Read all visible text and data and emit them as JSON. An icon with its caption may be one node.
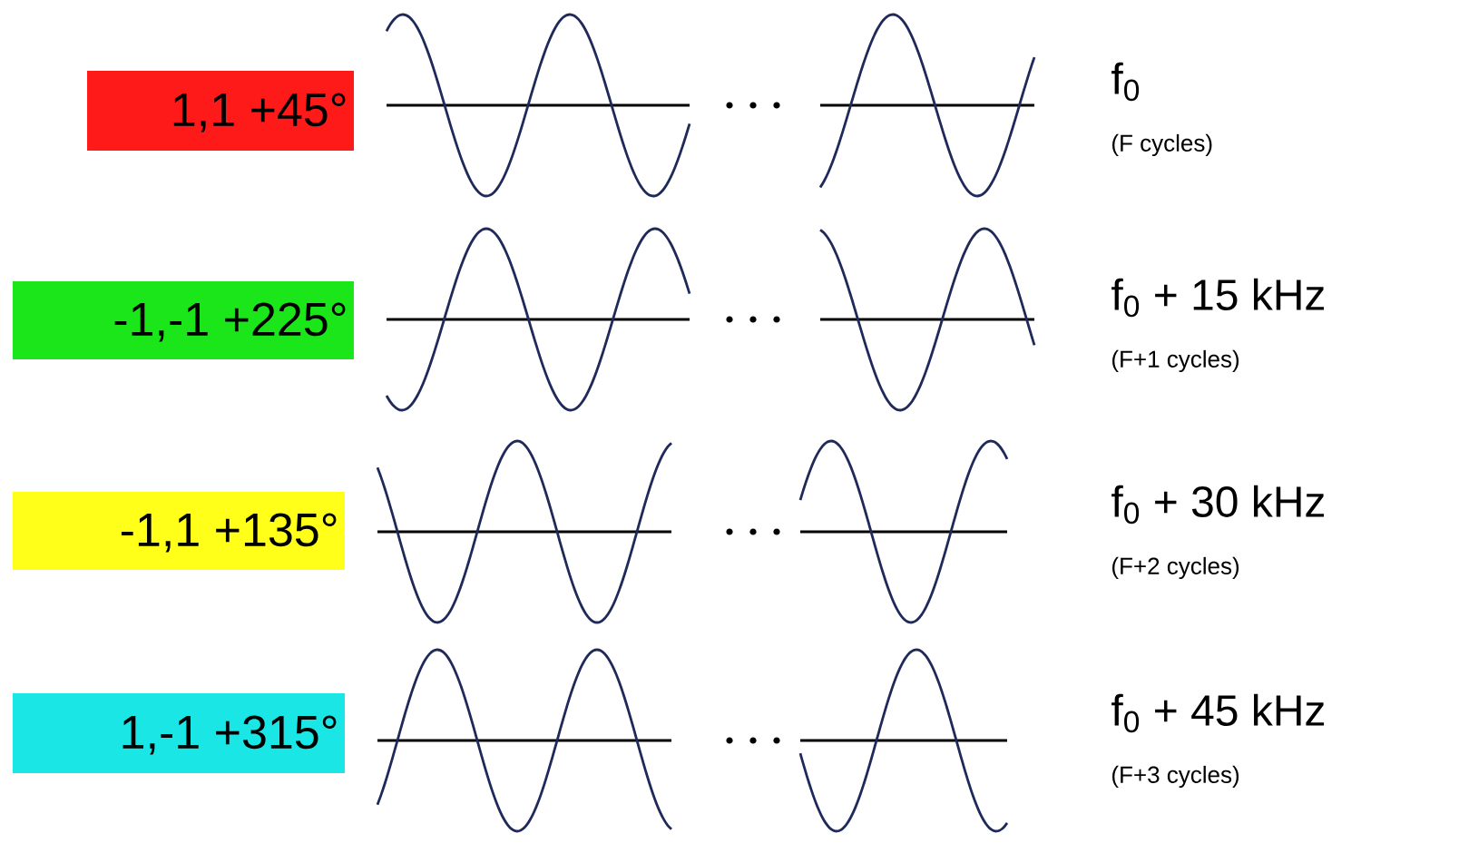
{
  "diagram": {
    "nodes": [
      {
        "text": [
          "1,1 +45°"
        ]
      },
      {
        "text": [
          "-1,-1 +225°"
        ]
      },
      {
        "text": [
          "-1,1 +135°"
        ]
      },
      {
        "text": [
          "1,-1 +315°"
        ]
      }
    ],
    "labels": [
      "f$_{0}$",
      "(F cycles)",
      "f$_{0}$ + 15 kHz",
      "(F+1 cycles)",
      "f$_{0}$ + 30 kHz",
      "(F+2 cycles)",
      "f$_{0}$ + 45 kHz",
      "(F+3 cycles)"
    ]
  }
}
